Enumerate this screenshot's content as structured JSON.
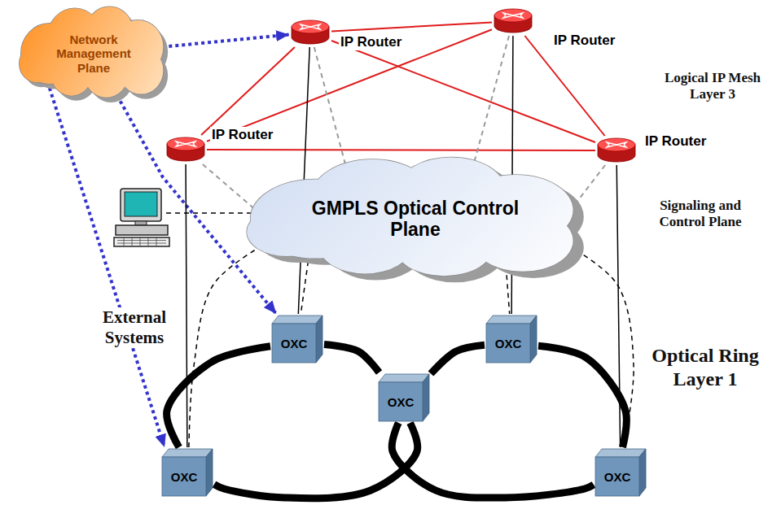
{
  "diagram": {
    "nodes": [
      {
        "text": [
          "Network Management Plane"
        ]
      },
      {
        "text": [
          "IP Router"
        ]
      },
      {
        "text": [
          "IP Router"
        ]
      },
      {
        "text": [
          "IP Router"
        ]
      },
      {
        "text": [
          "IP Router"
        ]
      },
      {
        "text": [
          "GMPLS Optical Control Plane"
        ]
      },
      {
        "text": [
          "OXC"
        ]
      },
      {
        "text": [
          "OXC"
        ]
      },
      {
        "text": [
          "OXC"
        ]
      },
      {
        "text": [
          "OXC"
        ]
      },
      {
        "text": [
          "OXC"
        ]
      }
    ],
    "edges": [
      {
        "from": 1,
        "to": 2,
        "arrow": "none"
      },
      {
        "from": 1,
        "to": 3,
        "arrow": "none"
      },
      {
        "from": 1,
        "to": 4,
        "arrow": "none"
      },
      {
        "from": 2,
        "to": 3,
        "arrow": "none"
      },
      {
        "from": 2,
        "to": 4,
        "arrow": "none"
      },
      {
        "from": 3,
        "to": 4,
        "arrow": "none"
      },
      {
        "from": 0,
        "to": 1,
        "arrow": "to"
      },
      {
        "from": 0,
        "to": 6,
        "arrow": "to"
      },
      {
        "from": 0,
        "to": 9,
        "arrow": "to"
      },
      {
        "from": 1,
        "to": 5,
        "arrow": "none"
      },
      {
        "from": 2,
        "to": 5,
        "arrow": "none"
      },
      {
        "from": 3,
        "to": 5,
        "arrow": "none"
      },
      {
        "from": 4,
        "to": 5,
        "arrow": "none"
      },
      {
        "from": 1,
        "to": 6,
        "arrow": "none"
      },
      {
        "from": 2,
        "to": 7,
        "arrow": "none"
      },
      {
        "from": 3,
        "to": 9,
        "arrow": "none"
      },
      {
        "from": 4,
        "to": 10,
        "arrow": "none"
      },
      {
        "from": 5,
        "to": 6,
        "arrow": "none"
      },
      {
        "from": 5,
        "to": 7,
        "arrow": "none"
      },
      {
        "from": 5,
        "to": 9,
        "arrow": "none"
      },
      {
        "from": 5,
        "to": 10,
        "arrow": "none"
      },
      {
        "from": 9,
        "to": 6,
        "arrow": "none"
      },
      {
        "from": 6,
        "to": 8,
        "arrow": "none"
      },
      {
        "from": 8,
        "to": 9,
        "arrow": "none"
      },
      {
        "from": 8,
        "to": 7,
        "arrow": "none"
      },
      {
        "from": 7,
        "to": 10,
        "arrow": "none"
      },
      {
        "from": 10,
        "to": 8,
        "arrow": "none"
      }
    ],
    "labels": [
      "Logical IP Mesh Layer 3",
      "Signaling and Control Plane",
      "External Systems",
      "Optical Ring Layer 1"
    ]
  }
}
